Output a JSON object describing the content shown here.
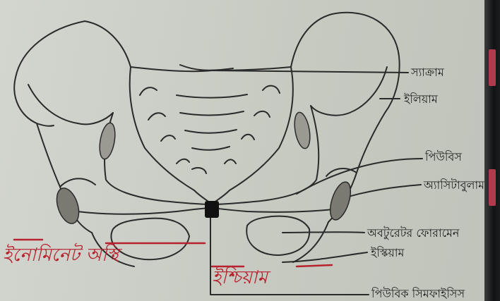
{
  "labels": {
    "sacrum": "স্যাক্রাম",
    "ilium": "ইলিয়াম",
    "pubis": "পিউবিস",
    "acetabulum": "অ্যাসিটাবুলাম",
    "obturator_foramen": "অবটুরেটর ফোরামেন",
    "ischium": "ইস্কিয়াম",
    "pubic_symphysis": "পিউবিক সিমফাইসিস"
  },
  "handwritten": {
    "left_note": "ইনোমিনেট অস্থি",
    "bottom_note": "ইশ্চিয়াম"
  },
  "colors": {
    "line": "#2a2a2a",
    "ink_red": "#b8222e",
    "spine_mark": "#b23a4c"
  }
}
